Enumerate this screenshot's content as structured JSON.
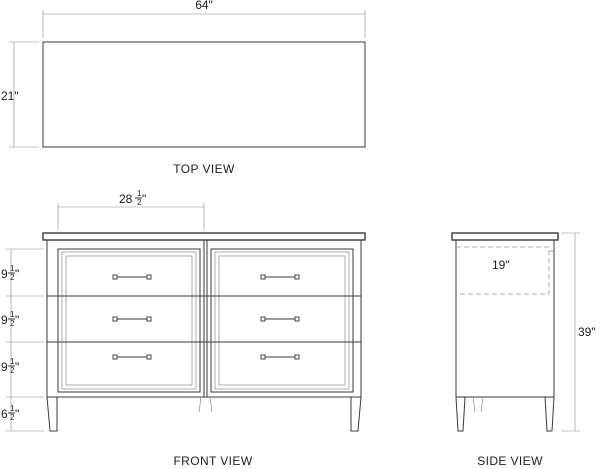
{
  "views": {
    "top": {
      "label": "TOP VIEW"
    },
    "front": {
      "label": "FRONT VIEW"
    },
    "side": {
      "label": "SIDE VIEW"
    }
  },
  "dimensions": {
    "top_width": "64\"",
    "top_depth": "21\"",
    "front_drawer_width": {
      "whole": "28",
      "num": "1",
      "den": "2",
      "unit": "\""
    },
    "drawer_heights": [
      {
        "whole": "9",
        "num": "1",
        "den": "2",
        "unit": "\""
      },
      {
        "whole": "9",
        "num": "1",
        "den": "2",
        "unit": "\""
      },
      {
        "whole": "9",
        "num": "1",
        "den": "2",
        "unit": "\""
      }
    ],
    "leg_height": {
      "whole": "6",
      "num": "1",
      "den": "2",
      "unit": "\""
    },
    "side_inner_depth": "19\"",
    "overall_height": "39\""
  },
  "colors": {
    "line": "#3a3a3a",
    "dimension_line": "#8a8a8a",
    "hidden_line": "#9a9a9a"
  }
}
